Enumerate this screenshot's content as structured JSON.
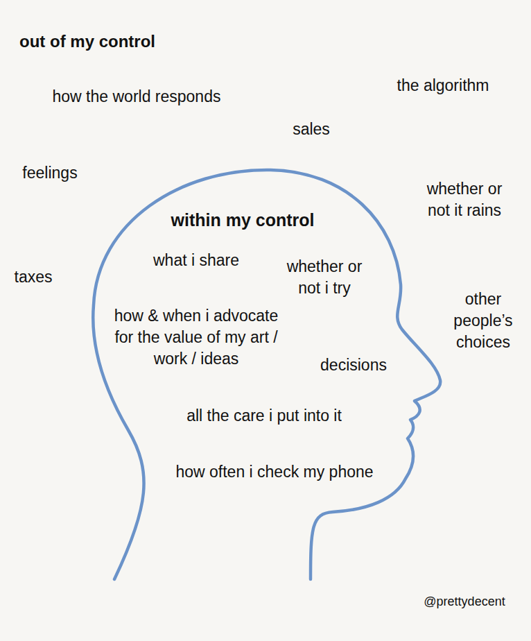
{
  "diagram": {
    "title": "out of my control",
    "nodes": [
      {
        "text": [
          "within my control",
          "what i share",
          "whether or not i try",
          "how & when i advocate for the value of my art / work / ideas",
          "decisions",
          "all the care i put into it",
          "how often i check my phone"
        ]
      }
    ],
    "labels": [
      "how the world responds",
      "the algorithm",
      "sales",
      "feelings",
      "whether or not it rains",
      "taxes",
      "other people’s choices",
      "@prettydecent"
    ]
  }
}
